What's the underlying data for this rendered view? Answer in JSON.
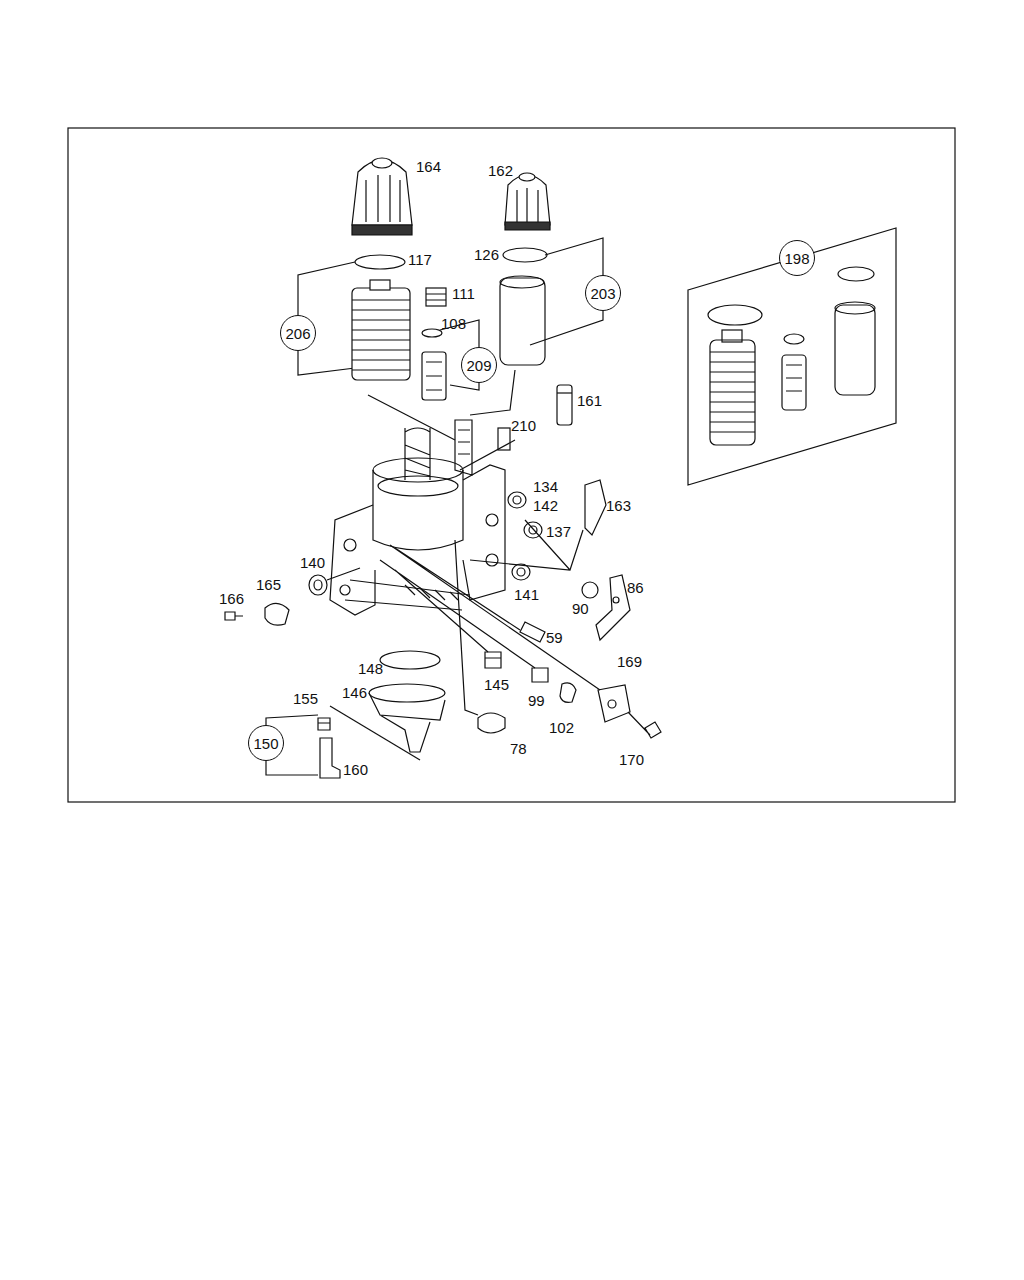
{
  "diagram": {
    "nodes": [
      {
        "text": [
          "198"
        ]
      },
      {
        "text": [
          "203"
        ]
      },
      {
        "text": [
          "206"
        ]
      },
      {
        "text": [
          "209"
        ]
      },
      {
        "text": [
          "150"
        ]
      }
    ],
    "labels": [
      "164",
      "162",
      "117",
      "126",
      "111",
      "108",
      "161",
      "210",
      "134",
      "142",
      "163",
      "137",
      "140",
      "165",
      "166",
      "86",
      "90",
      "141",
      "59",
      "169",
      "148",
      "146",
      "155",
      "145",
      "99",
      "102",
      "78",
      "160",
      "170"
    ]
  }
}
